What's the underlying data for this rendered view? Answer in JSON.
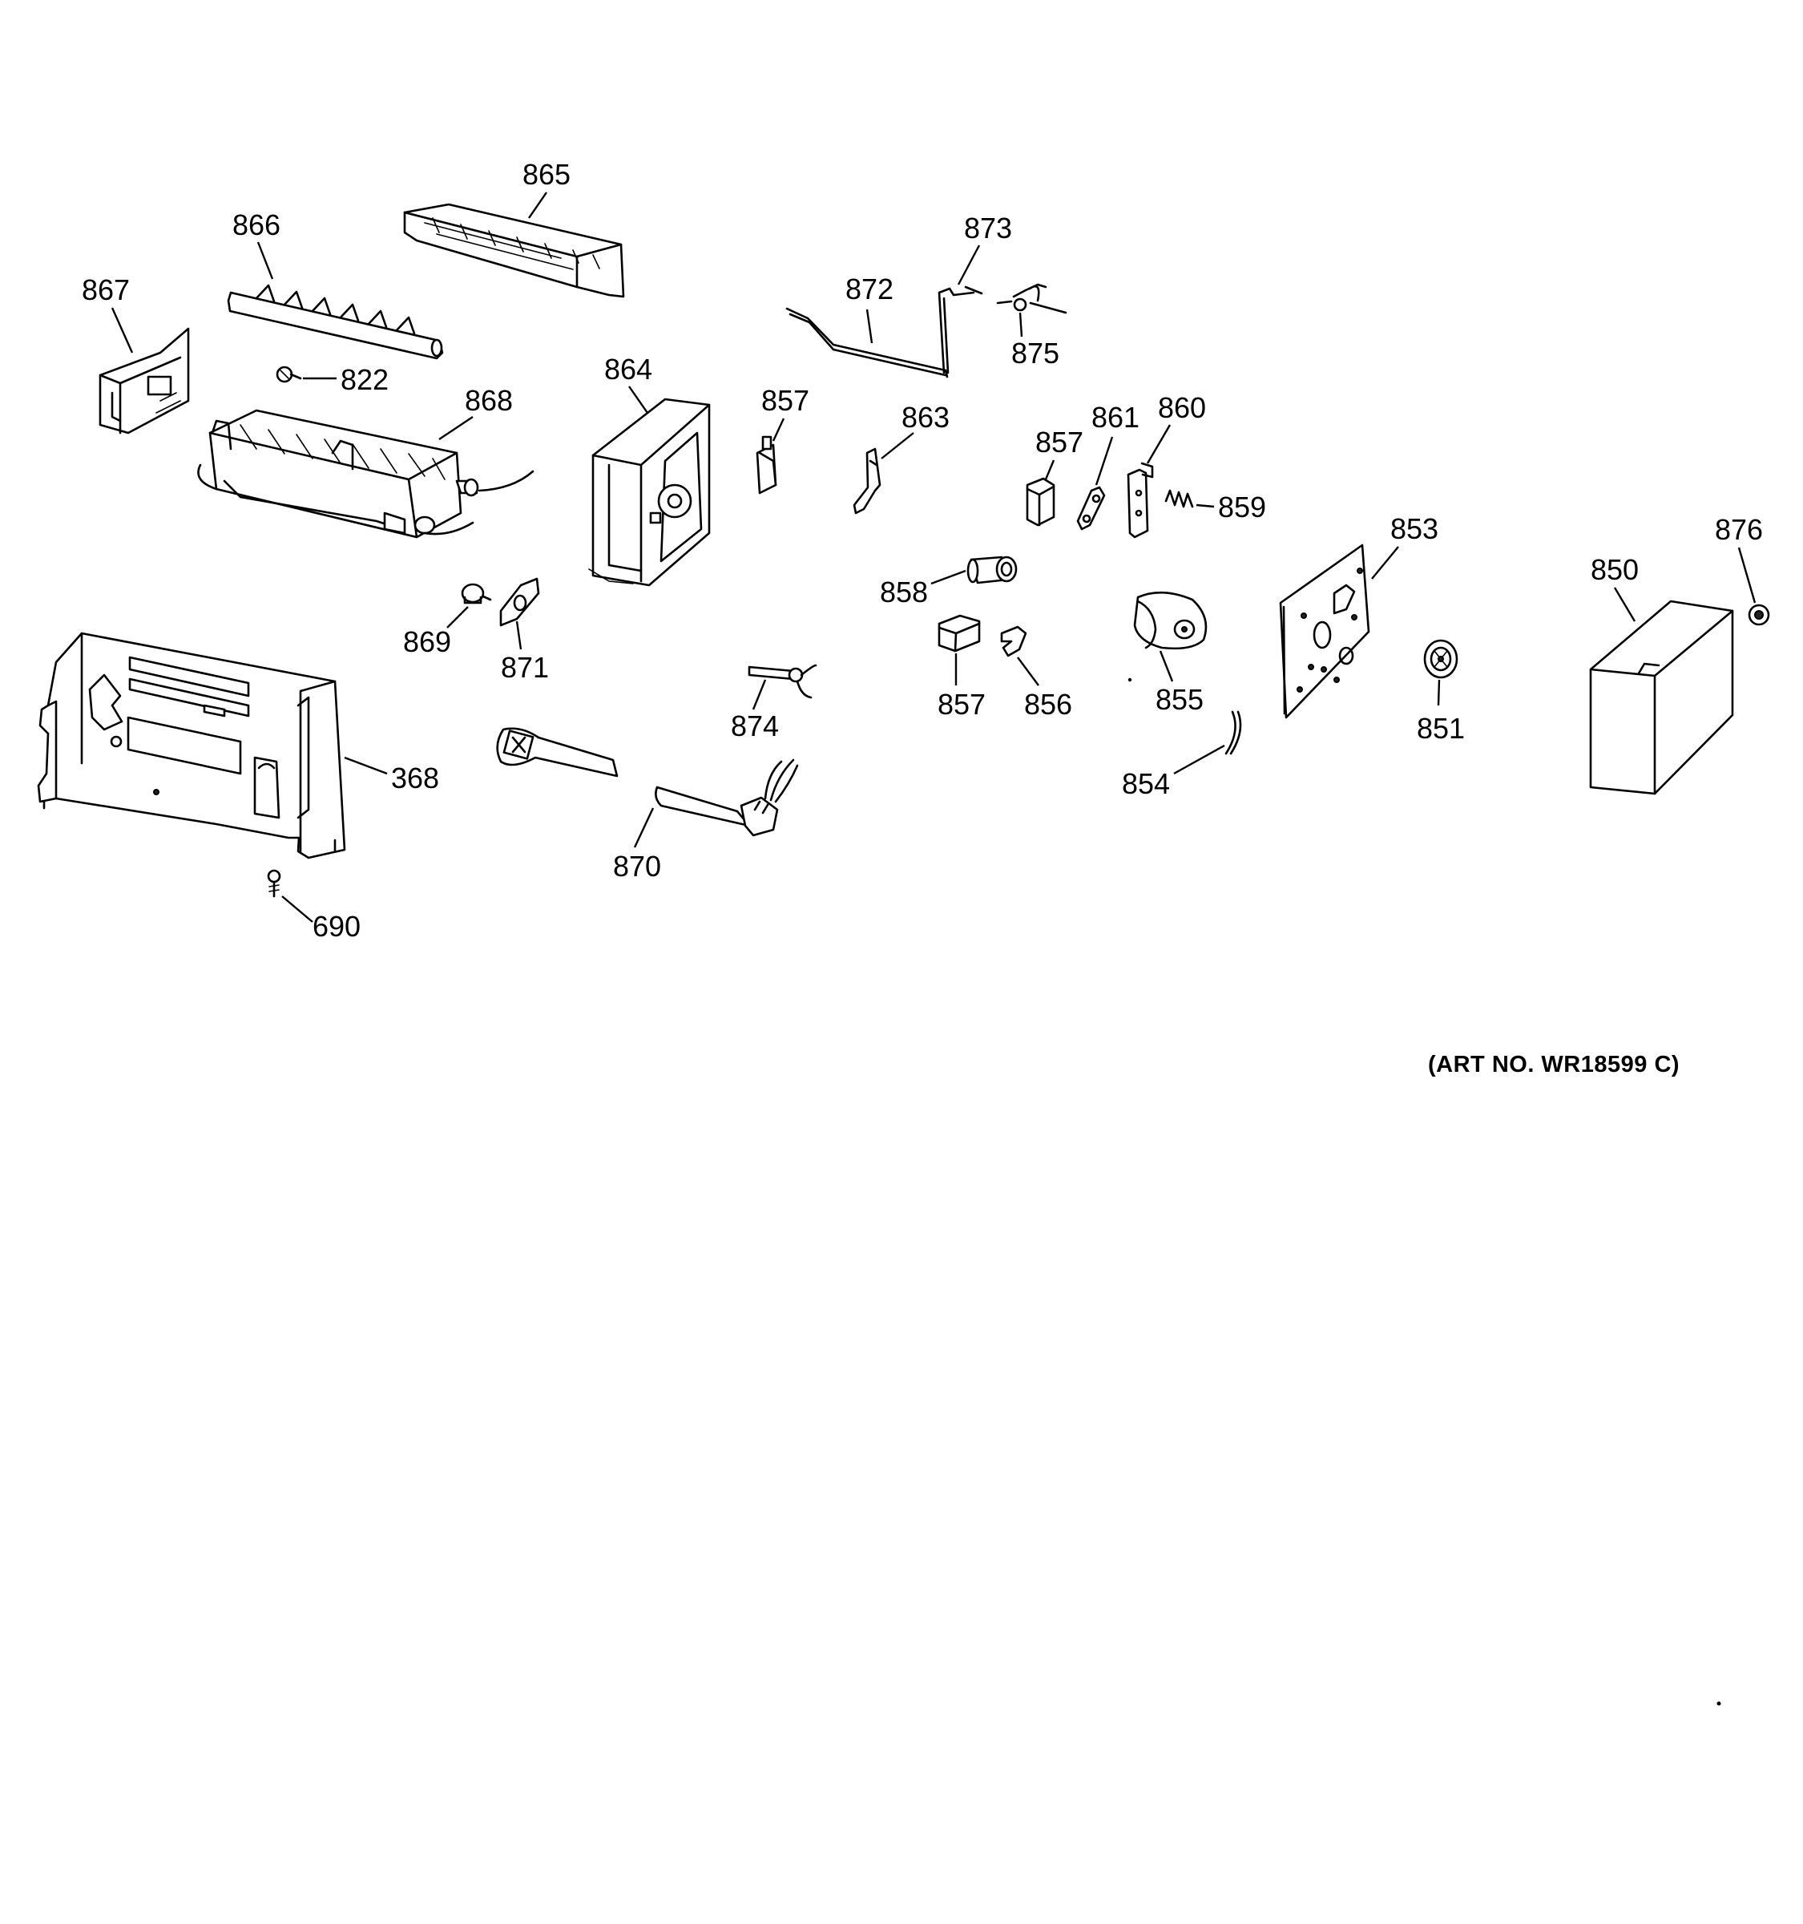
{
  "diagram": {
    "art_number": "(ART NO. WR18599 C)",
    "callouts": {
      "c865": "865",
      "c866": "866",
      "c867": "867",
      "c822": "822",
      "c868": "868",
      "c864": "864",
      "c857a": "857",
      "c872": "872",
      "c873": "873",
      "c875": "875",
      "c863": "863",
      "c857b": "857",
      "c861": "861",
      "c860": "860",
      "c859": "859",
      "c858": "858",
      "c853": "853",
      "c876": "876",
      "c850": "850",
      "c869": "869",
      "c871": "871",
      "c857c": "857",
      "c856": "856",
      "c855": "855",
      "c874": "874",
      "c851": "851",
      "c368": "368",
      "c854": "854",
      "c870": "870",
      "c690": "690"
    }
  }
}
